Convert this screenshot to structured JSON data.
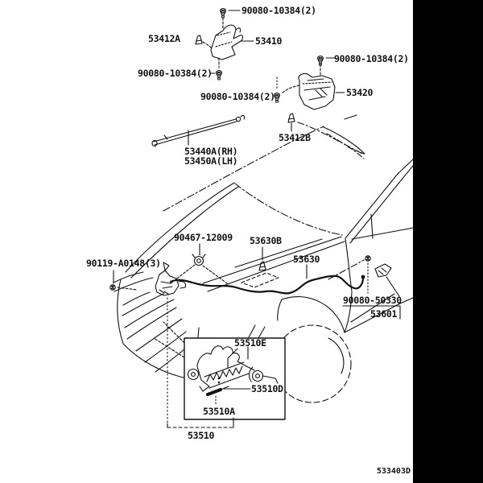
{
  "page": {
    "sheet_color": "#ffffff",
    "line_color": "#111111",
    "margin_color": "#000000"
  },
  "footer": {
    "code": "533403D"
  },
  "labels": [
    {
      "id": "bolt-90080-10384-top",
      "text": "90080-10384(2)"
    },
    {
      "id": "part-53412A",
      "text": "53412A"
    },
    {
      "id": "part-53410",
      "text": "53410"
    },
    {
      "id": "bolt-90080-10384-left",
      "text": "90080-10384(2)"
    },
    {
      "id": "bolt-90080-10384-mid",
      "text": "90080-10384(2)"
    },
    {
      "id": "bolt-90080-10384-right",
      "text": "90080-10384(2)"
    },
    {
      "id": "part-53420",
      "text": "53420"
    },
    {
      "id": "part-53412B",
      "text": "53412B"
    },
    {
      "id": "part-53440A-rh",
      "text": "53440A(RH)"
    },
    {
      "id": "part-53450A-lh",
      "text": "53450A(LH)"
    },
    {
      "id": "part-90467-12009",
      "text": "90467-12009"
    },
    {
      "id": "part-53630B",
      "text": "53630B"
    },
    {
      "id": "part-53630",
      "text": "53630"
    },
    {
      "id": "bolt-90119-A0148",
      "text": "90119-A0148(3)"
    },
    {
      "id": "bolt-90080-50330",
      "text": "90080-50330"
    },
    {
      "id": "part-53601",
      "text": "53601"
    },
    {
      "id": "part-53510E",
      "text": "53510E"
    },
    {
      "id": "part-53510D",
      "text": "53510D"
    },
    {
      "id": "part-53510A",
      "text": "53510A"
    },
    {
      "id": "part-53510",
      "text": "53510"
    }
  ]
}
